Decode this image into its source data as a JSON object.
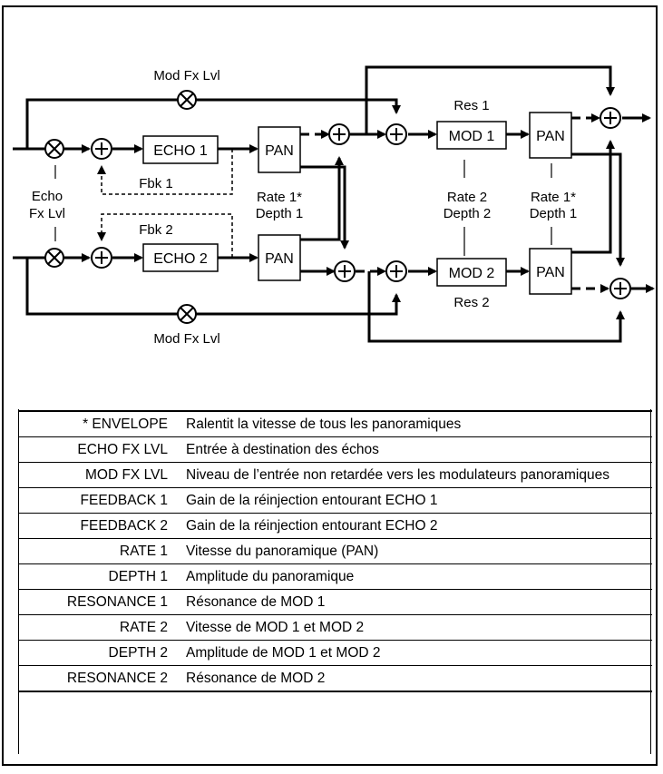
{
  "diagram": {
    "mod_fx_lvl_top": "Mod Fx Lvl",
    "mod_fx_lvl_bottom": "Mod Fx Lvl",
    "echo_fx_lvl_line1": "Echo",
    "echo_fx_lvl_line2": "Fx Lvl",
    "echo1": "ECHO 1",
    "echo2": "ECHO 2",
    "fbk1": "Fbk 1",
    "fbk2": "Fbk 2",
    "pan": "PAN",
    "rate1_center": "Rate 1*",
    "depth1_center": "Depth 1",
    "res1": "Res 1",
    "res2": "Res 2",
    "mod1": "MOD 1",
    "mod2": "MOD 2",
    "rate2": "Rate 2",
    "depth2": "Depth 2",
    "rate1_right": "Rate 1*",
    "depth1_right": "Depth 1"
  },
  "legend": [
    {
      "term": "* ENVELOPE",
      "desc": "Ralentit la vitesse de tous les panoramiques"
    },
    {
      "term": "ECHO FX LVL",
      "desc": "Entrée à destination des échos"
    },
    {
      "term": "MOD FX LVL",
      "desc": "Niveau de l’entrée non retardée vers les modulateurs panoramiques"
    },
    {
      "term": "FEEDBACK 1",
      "desc": "Gain de la réinjection entourant ECHO 1"
    },
    {
      "term": "FEEDBACK 2",
      "desc": "Gain de la réinjection entourant ECHO 2"
    },
    {
      "term": "RATE 1",
      "desc": "Vitesse du panoramique (PAN)"
    },
    {
      "term": "DEPTH 1",
      "desc": "Amplitude du panoramique"
    },
    {
      "term": "RESONANCE 1",
      "desc": "Résonance de MOD 1"
    },
    {
      "term": "RATE 2",
      "desc": "Vitesse de MOD 1 et MOD 2"
    },
    {
      "term": "DEPTH 2",
      "desc": "Amplitude de MOD 1 et MOD 2"
    },
    {
      "term": "RESONANCE 2",
      "desc": "Résonance de MOD 2"
    }
  ]
}
